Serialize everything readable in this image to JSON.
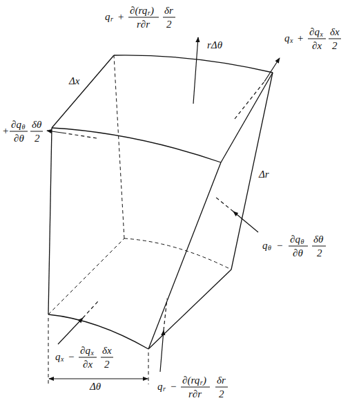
{
  "diagram": {
    "labels": [
      "q",
      "r",
      "+",
      "∂(rq",
      "r",
      ")",
      "r∂r",
      "δr",
      "2",
      "rΔθ",
      "q",
      "x",
      "+",
      "∂q",
      "x",
      "∂x",
      "δx",
      "2",
      "Δx",
      "+",
      "∂q",
      "θ",
      "∂θ",
      "δθ",
      "2",
      "Δr",
      "q",
      "θ",
      "−",
      "∂q",
      "θ",
      "∂θ",
      "δθ",
      "2",
      "q",
      "x",
      "−",
      "∂q",
      "x",
      "∂x",
      "δx",
      "2",
      "q",
      "r",
      "−",
      "∂(rq",
      "r",
      ")",
      "r∂r",
      "δr",
      "2",
      "Δθ"
    ]
  }
}
